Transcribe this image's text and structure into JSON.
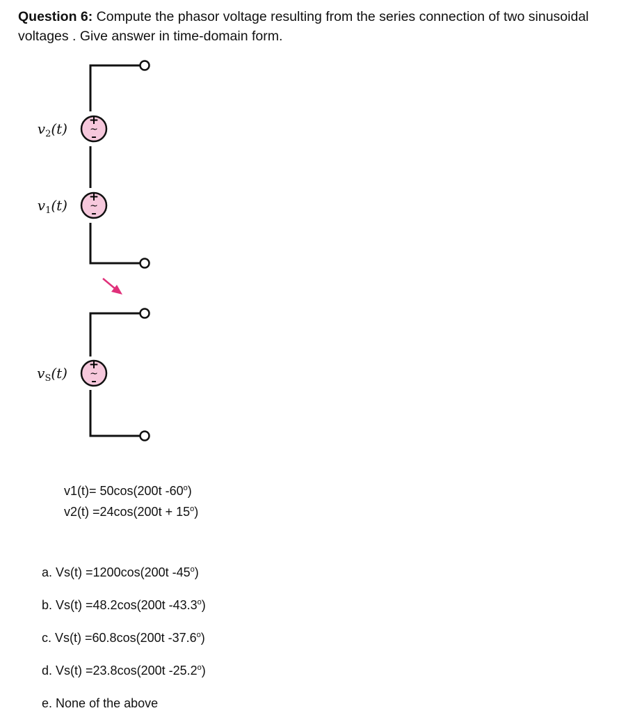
{
  "question": {
    "label": "Question 6:",
    "text": " Compute the phasor voltage resulting from the series connection of two sinusoidal voltages . Give answer in time-domain form."
  },
  "circuit": {
    "v2_label": "v",
    "v2_sub": "2",
    "v2_arg": "(t)",
    "v1_label": "v",
    "v1_sub": "1",
    "v1_arg": "(t)",
    "vs_label": "v",
    "vs_sub": "S",
    "vs_arg": "(t)",
    "plus": "+",
    "tilde": "~",
    "minus": "–",
    "source_fill": "#f6c8dc",
    "arrow_color": "#e0307a"
  },
  "given": {
    "v1": "v1(t)= 50cos(200t -60",
    "v1_deg": "o",
    "v1_close": ")",
    "v2": "v2(t) =24cos(200t + 15",
    "v2_deg": "o",
    "v2_close": ")"
  },
  "options": [
    {
      "letter": "a.",
      "text": "Vs(t) =1200cos(200t -45",
      "deg": "o",
      "close": ")"
    },
    {
      "letter": "b.",
      "text": "Vs(t) =48.2cos(200t -43.3",
      "deg": "o",
      "close": ")"
    },
    {
      "letter": "c.",
      "text": "Vs(t) =60.8cos(200t -37.6",
      "deg": "o",
      "close": ")"
    },
    {
      "letter": "d.",
      "text": "Vs(t) =23.8cos(200t -25.2",
      "deg": "o",
      "close": ")"
    },
    {
      "letter": "e.",
      "text": "None of the above",
      "deg": "",
      "close": ""
    }
  ]
}
